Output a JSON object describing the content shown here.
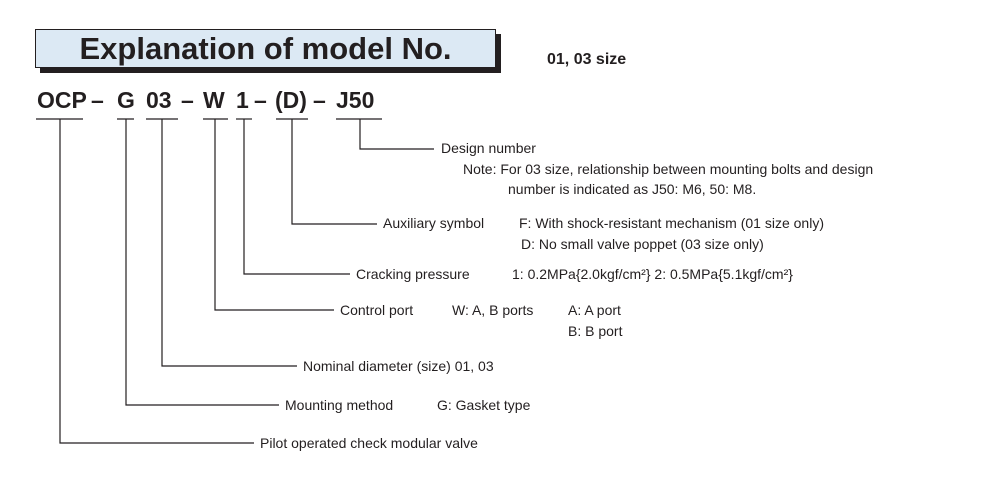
{
  "title": "Explanation of model No.",
  "size_note": "01, 03 size",
  "model_code": [
    "OCP",
    "–",
    "G",
    "03",
    "–",
    "W",
    "1",
    "–",
    "(D)",
    "–",
    "J50"
  ],
  "descriptions": {
    "design_number": {
      "label": "Design number",
      "note_line1": "Note: For 03 size, relationship between mounting bolts and design",
      "note_line2": "number is indicated as J50: M6, 50: M8."
    },
    "auxiliary_symbol": {
      "label": "Auxiliary symbol",
      "option_f": "F: With shock-resistant mechanism (01 size only)",
      "option_d": "D: No small valve poppet (03 size only)"
    },
    "cracking_pressure": {
      "label": "Cracking pressure",
      "values": "1: 0.2MPa{2.0kgf/cm²}  2: 0.5MPa{5.1kgf/cm²}"
    },
    "control_port": {
      "label": "Control port",
      "option_w": "W: A, B ports",
      "option_a": "A: A port",
      "option_b": "B: B port"
    },
    "nominal_diameter": {
      "label": "Nominal diameter (size) 01, 03"
    },
    "mounting_method": {
      "label": "Mounting method",
      "option_g": "G: Gasket type"
    },
    "series": {
      "label": "Pilot operated check modular valve"
    }
  }
}
